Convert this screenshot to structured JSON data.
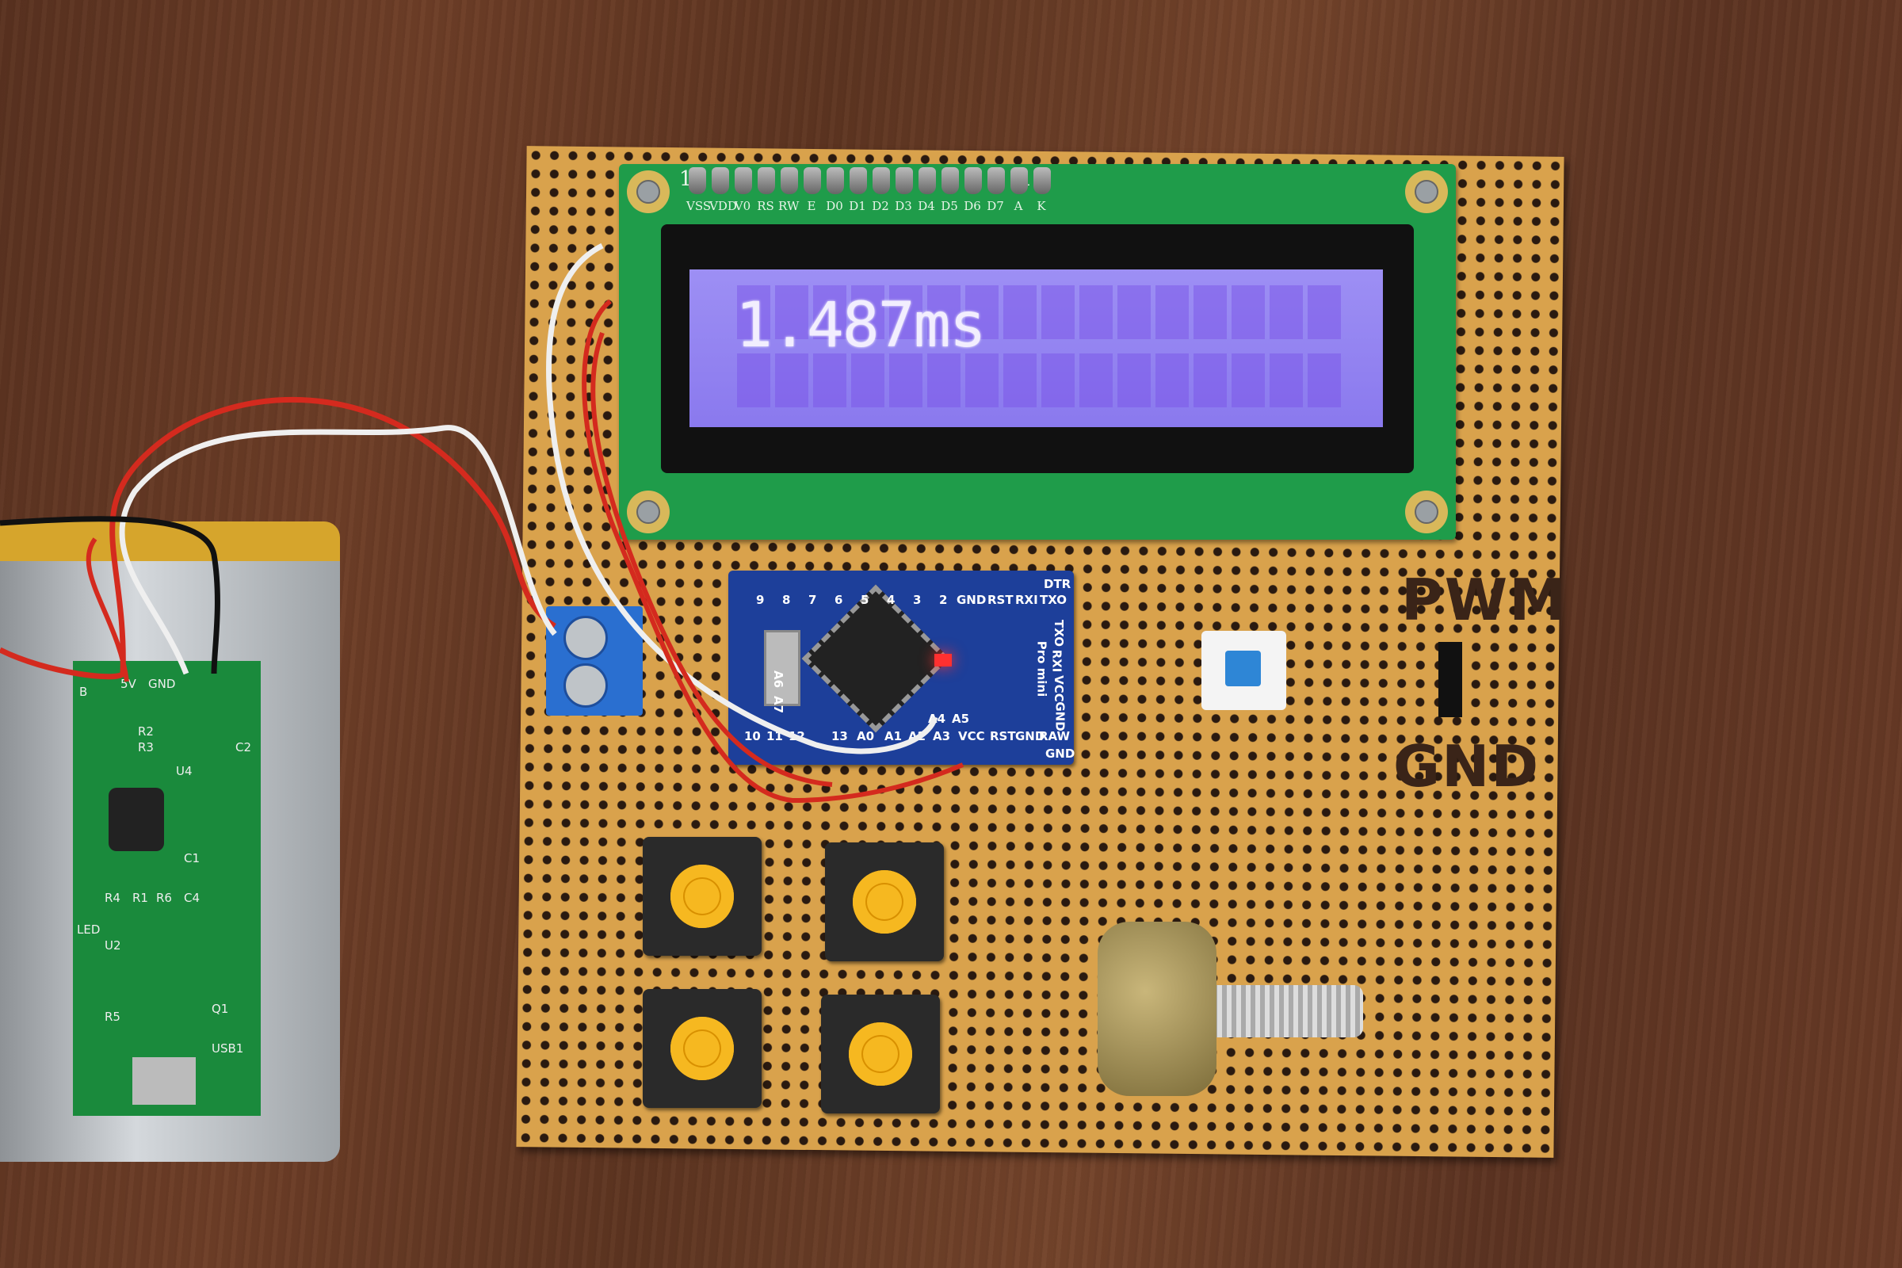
{
  "lcd": {
    "line1": "1.487ms",
    "line2": "",
    "pin_first": "1",
    "pin_last": "16",
    "pin_labels": [
      "VSS",
      "VDD",
      "V0",
      "RS",
      "RW",
      "E",
      "D0",
      "D1",
      "D2",
      "D3",
      "D4",
      "D5",
      "D6",
      "D7",
      "A",
      "K"
    ],
    "backlight_color": "#8e7ff0"
  },
  "arduino": {
    "top_labels": [
      "9",
      "8",
      "7",
      "6",
      "5",
      "4",
      "3",
      "2",
      "GND",
      "RST",
      "RXI",
      "TXO"
    ],
    "bottom_labels": [
      "10",
      "11",
      "12",
      "13",
      "A0",
      "A1",
      "A2",
      "A3",
      "VCC",
      "RST",
      "GND",
      "RAW"
    ],
    "side_labels": [
      "DTR",
      "TXO",
      "RXI",
      "VCC",
      "GND",
      "GND"
    ],
    "analog_labels": [
      "A4",
      "A5",
      "A6",
      "A7"
    ],
    "name": "Pro mini"
  },
  "board_markings": {
    "pwm": "PWM",
    "gnd": "GND"
  },
  "charger": {
    "labels": [
      "USB1",
      "LED",
      "R1",
      "R2",
      "R3",
      "R4",
      "R5",
      "R6",
      "C1",
      "C2",
      "C4",
      "U2",
      "U4",
      "Q1",
      "5V",
      "GND",
      "B"
    ]
  },
  "colors": {
    "perfboard": "#d9a24c",
    "lcd_pcb": "#1f9c4a",
    "arduino_pcb": "#1d3f9a",
    "button_cap": "#f6b820",
    "wire_red": "#d42a1e",
    "wire_white": "#efefef"
  }
}
